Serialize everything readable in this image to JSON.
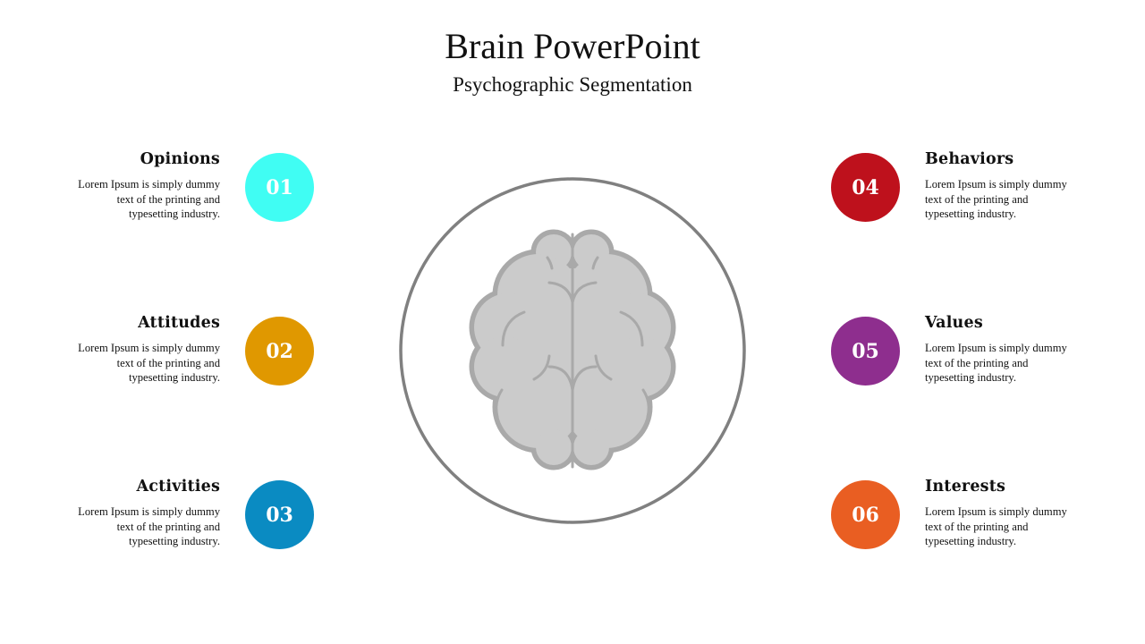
{
  "title": "Brain PowerPoint",
  "subtitle": "Psychographic Segmentation",
  "items": [
    {
      "number": "01",
      "heading": "Opinions",
      "text": "Lorem Ipsum is simply dummy text of the printing and typesetting industry.",
      "color": "#40FDF3"
    },
    {
      "number": "02",
      "heading": "Attitudes",
      "text": "Lorem Ipsum is simply dummy text of the printing and typesetting industry.",
      "color": "#E09800"
    },
    {
      "number": "03",
      "heading": "Activities",
      "text": "Lorem Ipsum is simply dummy text of the printing and typesetting industry.",
      "color": "#0A8BC2"
    },
    {
      "number": "04",
      "heading": "Behaviors",
      "text": "Lorem Ipsum is simply dummy text of the printing and typesetting industry.",
      "color": "#BE111C"
    },
    {
      "number": "05",
      "heading": "Values",
      "text": "Lorem Ipsum is simply dummy text of the printing and typesetting industry.",
      "color": "#8E2E8E"
    },
    {
      "number": "06",
      "heading": "Interests",
      "text": "Lorem Ipsum is simply dummy text of the printing and typesetting industry.",
      "color": "#E95E22"
    }
  ],
  "center_icon": "brain-icon"
}
